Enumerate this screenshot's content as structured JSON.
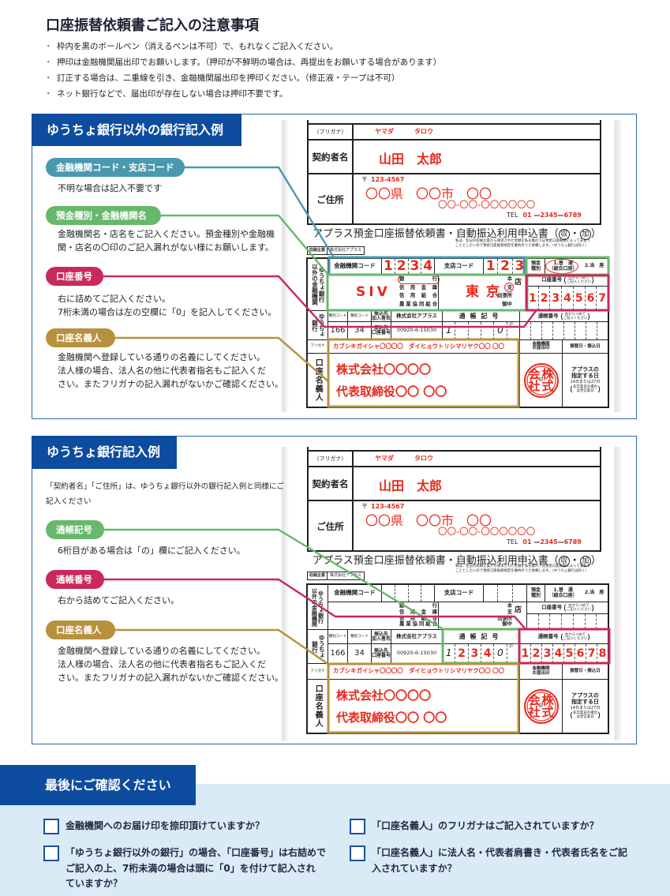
{
  "colors": {
    "brand_blue": "#0d4c9e",
    "section_border": "#2a66b5",
    "teal": "#4a98b0",
    "green": "#67b86b",
    "crimson": "#c82a5a",
    "gold": "#b8913f",
    "red_ink": "#e8291c",
    "checklist_bg": "#daebf6",
    "checkbox_border": "#1c4f9c",
    "text_dark": "#1d2233"
  },
  "notice": {
    "title": "口座振替依頼書ご記入の注意事項",
    "bullet": "・",
    "items": [
      "枠内を黒のボールペン（消えるペンは不可）で、もれなくご記入ください。",
      "押印は金融機関届出印でお願いします。（押印が不鮮明の場合は、再提出をお願いする場合があります）",
      "訂正する場合は、二重線を引き、金融機関届出印を押印ください。（修正液・テープは不可）",
      "ネット銀行などで、届出印が存在しない場合は押印不要です。"
    ]
  },
  "form_labels": {
    "furigana_paren": "（フリガナ）",
    "contractor_name": "契約者名",
    "address": "ご住所",
    "postal_mark": "〒",
    "tel": "TEL",
    "tel_dash": "—",
    "title_main": "アプラス預金口座振替依頼書・自動振込利用申込書",
    "title_open": "（",
    "title_mark_1": "収",
    "title_sep": "・",
    "title_mark_2": "加",
    "title_close": "）",
    "payee_label": "収納企業",
    "payee_name": "株式会社アプラス",
    "fine_print": [
      "私は、左記の収納企業から請求された金額を私名義の下記預金口座振替によって支払う",
      "こととしたいので預金口座振替規定を確約のうえ依頼します。（ゆうちょ銀行は除く）"
    ],
    "other_bank_label": [
      "ゆうちょ銀行",
      "以外の金融機関"
    ],
    "bank_code": "金融機関コード",
    "branch_code": "支店コード",
    "deposit_type": [
      "預金",
      "種別"
    ],
    "deposit_option_1": "1.普　通",
    "deposit_option_1_sub": "（総合口座）",
    "deposit_option_2": "2.当　座",
    "bank_types": [
      "銀行",
      "信用金庫",
      "信用組合",
      "農業協同組合"
    ],
    "branch_types": {
      "main": "本",
      "branch": "支",
      "store": "店",
      "sub_office": "出張所",
      "attn": "御中"
    },
    "account_number": "口座番号",
    "right_align_note": [
      "右からつめて",
      "ご記入ください"
    ],
    "yucho_label": [
      "ゆうちょ",
      "銀行"
    ],
    "type_code": "種別コード",
    "type_code_values": [
      "166",
      "34"
    ],
    "recipient_name_label": [
      "振込先",
      "加入者名"
    ],
    "recipient_name": "株式会社アプラス",
    "recipient_account_label": [
      "振込先",
      "口座番号"
    ],
    "recipient_account": "00920-6-15030",
    "passbook_symbol": "通帳記号",
    "passbook_symbol_printed": [
      "1",
      "",
      "",
      "",
      "0",
      ""
    ],
    "passbook_symbol_no": "の",
    "passbook_number": "通帳番号",
    "holder_furigana": "フリガナ",
    "seal_label": [
      "金融機関",
      "お届出印"
    ],
    "transfer_date": "振替日・振込日",
    "holder_label": "口座名義人",
    "seal_mark": "印",
    "date_desc": [
      "アプラスの",
      "指定する日",
      "14日または27日",
      "非営業日の場合",
      "は翌営業日"
    ]
  },
  "sections": [
    {
      "header": "ゆうちょ銀行以外の銀行記入例",
      "callouts": [
        {
          "label": "金融機関コード・支店コード",
          "color": "teal",
          "desc": [
            "不明な場合は記入不要です"
          ]
        },
        {
          "label": "預金種別・金融機関名",
          "color": "green",
          "desc": [
            "金融機関名・店名をご記入ください。預金種別や金融機",
            "関・店名の〇印のご記入漏れがない様にお願いします。"
          ]
        },
        {
          "label": "口座番号",
          "color": "crimson",
          "desc": [
            "右に詰めてご記入ください。",
            "7桁未満の場合は左の空欄に「0」を記入してください。"
          ]
        },
        {
          "label": "口座名義人",
          "color": "gold",
          "desc": [
            "金融機関へ登録している通りの名義にしてください。",
            "法人様の場合、法人名の他に代表者指名もご記入くだ",
            "さい。またフリガナの記入漏れがないかご確認ください。"
          ]
        }
      ],
      "form": {
        "furigana_last": "ヤマダ",
        "furigana_first": "タロウ",
        "name": "山田　太郎",
        "postal_code": "123-4567",
        "address_line_1": "〇〇県　〇〇市　〇〇",
        "address_line_2": "〇〇-〇〇-〇〇〇〇〇〇",
        "tel": [
          "01",
          "2345",
          "6789"
        ],
        "bank_code": [
          "1",
          "2",
          "3",
          "4"
        ],
        "branch_code": [
          "1",
          "2",
          "3"
        ],
        "deposit_type_selected": "1.普通（総合口座）",
        "bank_name": "SIV",
        "bank_type_selected": "銀行",
        "branch_name": "東京",
        "branch_type_selected": "支",
        "account_number": [
          "1",
          "2",
          "3",
          "4",
          "5",
          "6",
          "7"
        ],
        "passbook_symbol": [
          "",
          "",
          "",
          "",
          "",
          ""
        ],
        "passbook_number": [
          "",
          "",
          "",
          "",
          "",
          "",
          "",
          ""
        ],
        "holder_furigana": "カブシキガイシャ〇〇〇〇　ダイヒョウトリシマリヤク〇〇 〇〇",
        "holder_name_line_1": "株式会社〇〇〇〇",
        "holder_name_line_2": "代表取締役〇〇 〇〇",
        "seal": [
          "会",
          "株",
          "社",
          "式"
        ]
      }
    },
    {
      "header": "ゆうちょ銀行記入例",
      "intro": [
        "「契約者名」「ご住所」は、ゆうちょ銀行以外の銀行記入例と同様にご",
        "記入ください"
      ],
      "callouts": [
        {
          "label": "通帳記号",
          "color": "green",
          "desc": [
            "6桁目がある場合は「の」欄にご記入ください。"
          ]
        },
        {
          "label": "通帳番号",
          "color": "crimson",
          "desc": [
            "右から詰めてご記入ください。"
          ]
        },
        {
          "label": "口座名義人",
          "color": "gold",
          "desc": [
            "金融機関へ登録している通りの名義にしてください。",
            "法人様の場合、法人名の他に代表者指名もご記入くだ",
            "さい。またフリガナの記入漏れがないかご確認ください。"
          ]
        }
      ],
      "form": {
        "furigana_last": "ヤマダ",
        "furigana_first": "タロウ",
        "name": "山田　太郎",
        "postal_code": "123-4567",
        "address_line_1": "〇〇県　〇〇市　〇〇",
        "address_line_2": "〇〇-〇〇-〇〇〇〇〇〇",
        "tel": [
          "01",
          "2345",
          "6789"
        ],
        "bank_code": [
          "",
          "",
          "",
          ""
        ],
        "branch_code": [
          "",
          "",
          ""
        ],
        "deposit_type_selected": null,
        "bank_name": "",
        "bank_type_selected": null,
        "branch_name": "",
        "branch_type_selected": null,
        "account_number": [
          "",
          "",
          "",
          "",
          "",
          "",
          ""
        ],
        "passbook_symbol": [
          "",
          "2",
          "3",
          "4",
          "",
          ""
        ],
        "passbook_number": [
          "1",
          "2",
          "3",
          "4",
          "5",
          "6",
          "7",
          "8"
        ],
        "holder_furigana": "カブシキガイシャ〇〇〇〇　ダイヒョウトリシマリヤク〇〇 〇〇",
        "holder_name_line_1": "株式会社〇〇〇〇",
        "holder_name_line_2": "代表取締役〇〇 〇〇",
        "seal": [
          "会",
          "株",
          "社",
          "式"
        ]
      }
    }
  ],
  "checklist": {
    "header": "最後にご確認ください",
    "items": [
      {
        "lines": [
          "金融機関へのお届け印を捺印頂けていますか？"
        ]
      },
      {
        "lines": [
          "「ゆうちょ銀行以外の銀行」の場合、「口座番号」は右詰めで",
          "ご記入の上、7桁未満の場合は頭に「0」を付けて記入され",
          "ていますか？"
        ]
      },
      {
        "lines": [
          "「口座名義人」のフリガナはご記入されていますか？"
        ]
      },
      {
        "lines": [
          "「口座名義人」に法人名・代表者肩書き・代表者氏名をご記",
          "入されていますか？"
        ]
      }
    ]
  }
}
